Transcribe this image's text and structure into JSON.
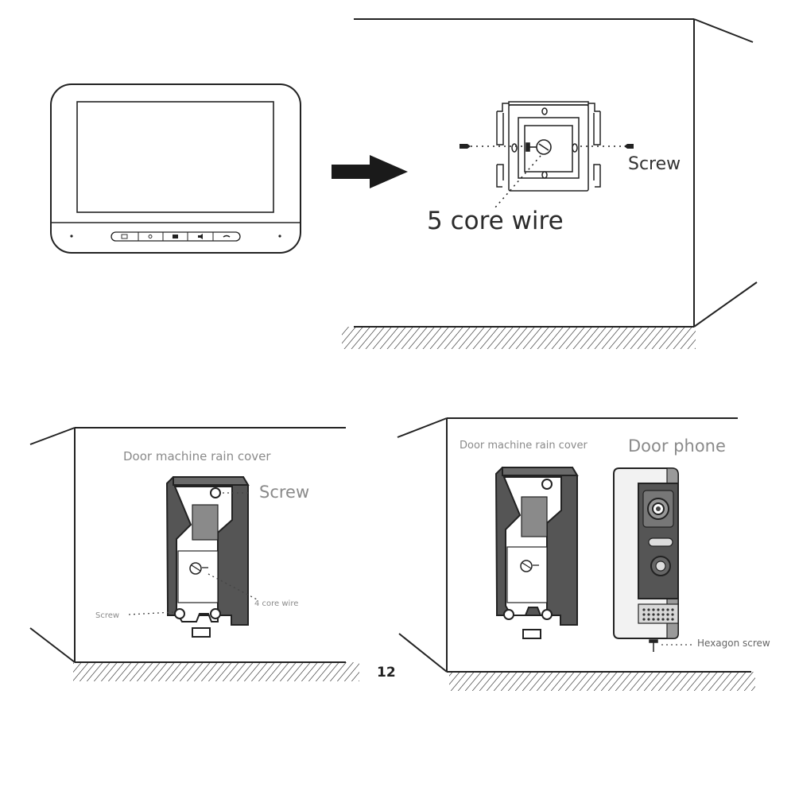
{
  "panel_top": {
    "monitor": {
      "buttons": [
        "mail-icon",
        "key-icon",
        "camera-icon",
        "speaker-icon",
        "phone-icon"
      ]
    },
    "labels": {
      "screw": "Screw",
      "wire": "5 core wire"
    }
  },
  "panel_bottom_left": {
    "labels": {
      "rain_cover": "Door machine rain cover",
      "screw_top": "Screw",
      "screw_bottom": "Screw",
      "wire": "4 core wire"
    }
  },
  "panel_bottom_right": {
    "labels": {
      "rain_cover": "Door machine rain cover",
      "door_phone": "Door phone",
      "hex_screw": "Hexagon screw"
    }
  },
  "page_number": "12",
  "colors": {
    "line": "#222222",
    "device_body": "#555555",
    "arrow": "#1a1a1a"
  }
}
